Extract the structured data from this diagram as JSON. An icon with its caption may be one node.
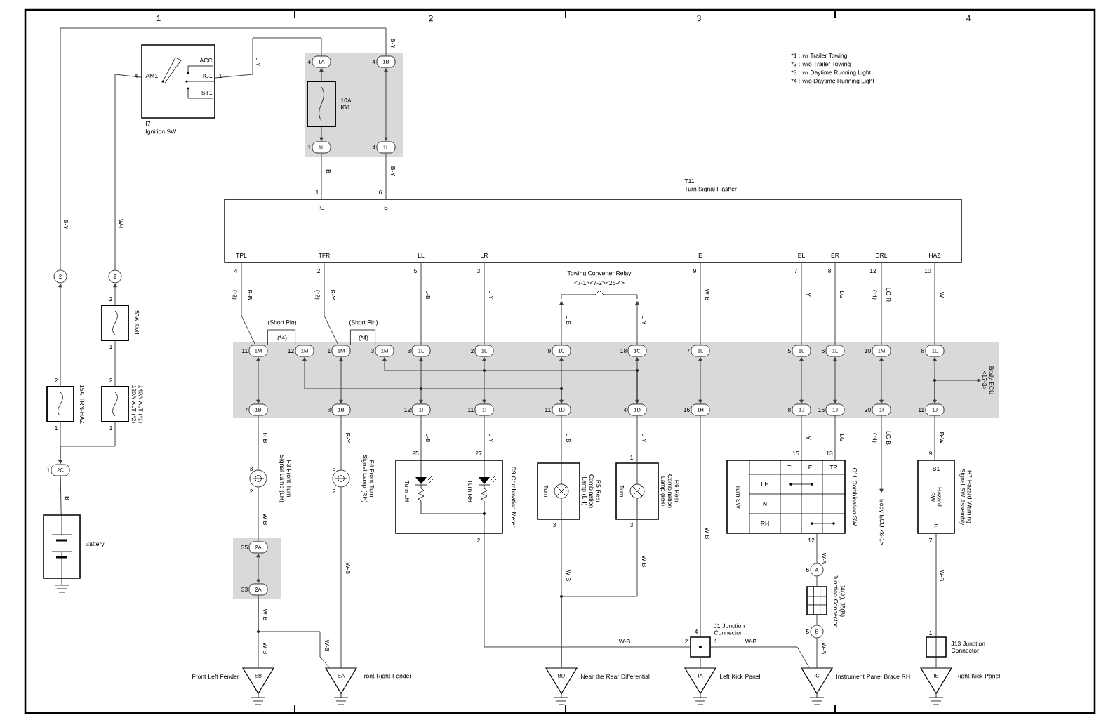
{
  "diagram": {
    "nodes": [
      {
        "text": [
          "AM1",
          "ACC",
          "IG1",
          "ST1"
        ],
        "beside": [
          "I7",
          "Ignition SW"
        ]
      },
      {
        "text": [
          "1A"
        ],
        "beside": [
          "4"
        ]
      },
      {
        "text": [
          "1B"
        ],
        "beside": [
          "4"
        ]
      },
      {
        "text": [],
        "shape": "box",
        "beside": [
          "10A IG1"
        ]
      },
      {
        "text": [
          "1L"
        ],
        "beside": [
          "1"
        ]
      },
      {
        "text": [
          "1L"
        ],
        "beside": [
          "4"
        ]
      },
      {
        "text": [
          "T11",
          "Turn Signal Flasher",
          "IG",
          "B",
          "TPL",
          "TFR",
          "LL",
          "LR",
          "E",
          "EL",
          "ER",
          "DRL",
          "HAZ"
        ]
      },
      {
        "text": [
          "2"
        ]
      },
      {
        "text": [
          "2"
        ]
      },
      {
        "text": [],
        "shape": "box",
        "beside": [
          "50A AM1"
        ]
      },
      {
        "text": [],
        "shape": "box",
        "beside": [
          "15A TRN-HAZ"
        ]
      },
      {
        "text": [],
        "shape": "box",
        "beside": [
          "140A ALT (*1) 120A ALT (*2)"
        ]
      },
      {
        "text": [
          "2C"
        ],
        "beside": [
          "1"
        ]
      },
      {
        "text": [],
        "shape": "box",
        "beside": [
          "Battery"
        ]
      },
      {
        "text": [
          "1M"
        ],
        "beside": [
          "11"
        ]
      },
      {
        "text": [
          "1M"
        ],
        "beside": [
          "12"
        ]
      },
      {
        "text": [
          "1M"
        ],
        "beside": [
          "1"
        ]
      },
      {
        "text": [
          "1M"
        ],
        "beside": [
          "3"
        ]
      },
      {
        "text": [
          "1L"
        ],
        "beside": [
          "3"
        ]
      },
      {
        "text": [
          "1L"
        ],
        "beside": [
          "2"
        ]
      },
      {
        "text": [
          "1C"
        ],
        "beside": [
          "9"
        ]
      },
      {
        "text": [
          "1C"
        ],
        "beside": [
          "18"
        ]
      },
      {
        "text": [
          "1L"
        ],
        "beside": [
          "7"
        ]
      },
      {
        "text": [
          "1L"
        ],
        "beside": [
          "5"
        ]
      },
      {
        "text": [
          "1L"
        ],
        "beside": [
          "6"
        ]
      },
      {
        "text": [
          "1M"
        ],
        "beside": [
          "10"
        ]
      },
      {
        "text": [
          "1L"
        ],
        "beside": [
          "8"
        ]
      },
      {
        "text": [
          "1B"
        ],
        "beside": [
          "7"
        ]
      },
      {
        "text": [
          "1B"
        ],
        "beside": [
          "8"
        ]
      },
      {
        "text": [
          "1I"
        ],
        "beside": [
          "12"
        ]
      },
      {
        "text": [
          "1I"
        ],
        "beside": [
          "11"
        ]
      },
      {
        "text": [
          "1D"
        ],
        "beside": [
          "11"
        ]
      },
      {
        "text": [
          "1D"
        ],
        "beside": [
          "4"
        ]
      },
      {
        "text": [
          "1H"
        ],
        "beside": [
          "16"
        ]
      },
      {
        "text": [
          "1J"
        ],
        "beside": [
          "8"
        ]
      },
      {
        "text": [
          "1J"
        ],
        "beside": [
          "16"
        ]
      },
      {
        "text": [
          "1I"
        ],
        "beside": [
          "20"
        ]
      },
      {
        "text": [
          "1J"
        ],
        "beside": [
          "11"
        ]
      },
      {
        "text": [
          "Towing Converter Relay",
          "<7-1><7-2><26-4>"
        ]
      },
      {
        "text": [
          "Body ECU <17-3>"
        ]
      },
      {
        "text": [],
        "shape": "circle",
        "beside": [
          "F3 Front Turn Signal Lamp (LH)"
        ]
      },
      {
        "text": [],
        "shape": "circle",
        "beside": [
          "F4 Front Turn Signal Lamp (RH)"
        ]
      },
      {
        "text": [
          "Turn LH",
          "Turn RH"
        ],
        "beside": [
          "C9 Combination Meter"
        ]
      },
      {
        "text": [
          "Turn"
        ],
        "beside": [
          "R5 Rear Combination Lamp (LH)"
        ]
      },
      {
        "text": [
          "Turn"
        ],
        "beside": [
          "R6 Rear Combination Lamp (RH)"
        ]
      },
      {
        "text": [
          "Turn SW",
          "TL",
          "EL",
          "TR",
          "LH",
          "N",
          "RH"
        ],
        "beside": [
          "C11 Combination SW"
        ]
      },
      {
        "text": [
          "Body ECU <6-1>"
        ]
      },
      {
        "text": [
          "B1",
          "Hazard SW",
          "E"
        ],
        "beside": [
          "H7 Hazard Warning Signal SW Assembly"
        ]
      },
      {
        "text": [
          "2A"
        ],
        "beside": [
          "35"
        ]
      },
      {
        "text": [
          "2A"
        ],
        "beside": [
          "33"
        ]
      },
      {
        "text": [],
        "shape": "box",
        "beside": [
          "J1 Junction Connector"
        ]
      },
      {
        "text": [
          "A"
        ],
        "beside": [
          "6"
        ]
      },
      {
        "text": [],
        "shape": "box",
        "beside": [
          "J4(A), J5(B) Junction Connector"
        ]
      },
      {
        "text": [
          "B"
        ],
        "beside": [
          "5"
        ]
      },
      {
        "text": [],
        "shape": "box",
        "beside": [
          "J13 Junction Connector"
        ]
      },
      {
        "text": [
          "EB"
        ],
        "beside": [
          "Front Left Fender"
        ]
      },
      {
        "text": [
          "EA"
        ],
        "beside": [
          "Front Right Fender"
        ]
      },
      {
        "text": [
          "BD"
        ],
        "beside": [
          "Near the Rear Differential"
        ]
      },
      {
        "text": [
          "IA"
        ],
        "beside": [
          "Left Kick Panel"
        ]
      },
      {
        "text": [
          "IC"
        ],
        "beside": [
          "Instrument Panel Brace RH"
        ]
      },
      {
        "text": [
          "IE"
        ],
        "beside": [
          "Right Kick Panel"
        ]
      }
    ],
    "edges": [
      {
        "from": 2,
        "to": 7,
        "arrow": "none",
        "label": "B-Y"
      },
      {
        "from": 0,
        "to": 1,
        "arrow": "none",
        "label": "L-Y"
      },
      {
        "from": 0,
        "to": 8,
        "arrow": "none",
        "label": "W-L"
      },
      {
        "from": 3,
        "to": 1,
        "arrow": "to"
      },
      {
        "from": 3,
        "to": 4,
        "arrow": "to"
      },
      {
        "from": 2,
        "to": 5,
        "arrow": "both"
      },
      {
        "from": 4,
        "to": 6,
        "arrow": "none",
        "label": "B"
      },
      {
        "from": 5,
        "to": 6,
        "arrow": "none",
        "label": "B-Y"
      },
      {
        "from": 10,
        "to": 7,
        "arrow": "to"
      },
      {
        "from": 9,
        "to": 8,
        "arrow": "to"
      },
      {
        "from": 9,
        "to": 11,
        "arrow": "none"
      },
      {
        "from": 11,
        "to": 12,
        "arrow": "to"
      },
      {
        "from": 10,
        "to": 12,
        "arrow": "to"
      },
      {
        "from": 12,
        "to": 13,
        "arrow": "none",
        "label": "B"
      },
      {
        "from": 6,
        "to": 14,
        "arrow": "none",
        "label": "R-B"
      },
      {
        "from": 6,
        "to": 16,
        "arrow": "none",
        "label": "R-Y"
      },
      {
        "from": 6,
        "to": 18,
        "arrow": "none",
        "label": "L-B"
      },
      {
        "from": 6,
        "to": 19,
        "arrow": "none",
        "label": "L-Y"
      },
      {
        "from": 6,
        "to": 22,
        "arrow": "none",
        "label": "W-B"
      },
      {
        "from": 6,
        "to": 23,
        "arrow": "none",
        "label": "Y"
      },
      {
        "from": 6,
        "to": 24,
        "arrow": "none",
        "label": "LG"
      },
      {
        "from": 6,
        "to": 25,
        "arrow": "none",
        "label": "LG-R"
      },
      {
        "from": 6,
        "to": 26,
        "arrow": "none",
        "label": "W"
      },
      {
        "from": 14,
        "to": 27,
        "arrow": "both"
      },
      {
        "from": 16,
        "to": 28,
        "arrow": "both"
      },
      {
        "from": 18,
        "to": 29,
        "arrow": "both"
      },
      {
        "from": 19,
        "to": 30,
        "arrow": "both"
      },
      {
        "from": 20,
        "to": 31,
        "arrow": "both"
      },
      {
        "from": 21,
        "to": 32,
        "arrow": "both"
      },
      {
        "from": 22,
        "to": 33,
        "arrow": "both"
      },
      {
        "from": 23,
        "to": 34,
        "arrow": "both"
      },
      {
        "from": 24,
        "to": 35,
        "arrow": "both"
      },
      {
        "from": 25,
        "to": 36,
        "arrow": "both"
      },
      {
        "from": 26,
        "to": 37,
        "arrow": "both"
      },
      {
        "from": 31,
        "to": 15,
        "arrow": "to"
      },
      {
        "from": 32,
        "to": 17,
        "arrow": "to"
      },
      {
        "from": 14,
        "to": 15,
        "arrow": "none",
        "label": "(Short Pin)"
      },
      {
        "from": 16,
        "to": 17,
        "arrow": "none",
        "label": "(Short Pin)"
      },
      {
        "from": 20,
        "to": 38,
        "arrow": "to",
        "label": "L-B"
      },
      {
        "from": 21,
        "to": 38,
        "arrow": "to",
        "label": "L-Y"
      },
      {
        "from": 37,
        "to": 39,
        "arrow": "to"
      },
      {
        "from": 27,
        "to": 40,
        "arrow": "none",
        "label": "R-B"
      },
      {
        "from": 28,
        "to": 41,
        "arrow": "none",
        "label": "R-Y"
      },
      {
        "from": 40,
        "to": 48,
        "arrow": "none",
        "label": "W-B"
      },
      {
        "from": 48,
        "to": 49,
        "arrow": "both"
      },
      {
        "from": 49,
        "to": 55,
        "arrow": "none",
        "label": "W-B"
      },
      {
        "from": 49,
        "to": 56,
        "arrow": "none",
        "label": "W-B"
      },
      {
        "from": 41,
        "to": 56,
        "arrow": "none",
        "label": "W-B"
      },
      {
        "from": 29,
        "to": 42,
        "arrow": "none",
        "label": "L-B"
      },
      {
        "from": 30,
        "to": 42,
        "arrow": "none",
        "label": "L-Y"
      },
      {
        "from": 42,
        "to": 50,
        "arrow": "none",
        "label": "W-B"
      },
      {
        "from": 31,
        "to": 43,
        "arrow": "none",
        "label": "L-B"
      },
      {
        "from": 32,
        "to": 44,
        "arrow": "none",
        "label": "L-Y"
      },
      {
        "from": 43,
        "to": 57,
        "arrow": "none",
        "label": "W-B"
      },
      {
        "from": 44,
        "to": 57,
        "arrow": "none",
        "label": "W-B"
      },
      {
        "from": 33,
        "to": 50,
        "arrow": "none",
        "label": "W-B"
      },
      {
        "from": 50,
        "to": 58,
        "arrow": "none"
      },
      {
        "from": 50,
        "to": 59,
        "arrow": "none",
        "label": "W-B"
      },
      {
        "from": 34,
        "to": 45,
        "arrow": "none",
        "label": "Y"
      },
      {
        "from": 35,
        "to": 45,
        "arrow": "none",
        "label": "LG"
      },
      {
        "from": 45,
        "to": 51,
        "arrow": "none",
        "label": "W-B"
      },
      {
        "from": 51,
        "to": 52,
        "arrow": "none"
      },
      {
        "from": 52,
        "to": 53,
        "arrow": "none"
      },
      {
        "from": 53,
        "to": 59,
        "arrow": "none",
        "label": "W-B"
      },
      {
        "from": 36,
        "to": 46,
        "arrow": "to",
        "label": "LG-B"
      },
      {
        "from": 37,
        "to": 47,
        "arrow": "none",
        "label": "B-W"
      },
      {
        "from": 47,
        "to": 54,
        "arrow": "none",
        "label": "W-B"
      },
      {
        "from": 54,
        "to": 60,
        "arrow": "none"
      }
    ],
    "labels": [
      "1",
      "2",
      "3",
      "4",
      "*1 : w/ Trailer Towing",
      "*2 : w/o Trailer Towing",
      "*3 : w/ Daytime Running Light",
      "*4 : w/o Daytime Running Light",
      "B-Y",
      "4",
      "1",
      "1",
      "6",
      "4",
      "2",
      "5",
      "3",
      "9",
      "7",
      "8",
      "12",
      "10",
      "(*2)",
      "(*2)",
      "(*4)",
      "(*4)",
      "(*4)",
      "(*4)",
      "2",
      "1",
      "2",
      "1",
      "2",
      "1",
      "3",
      "2",
      "3",
      "2",
      "25",
      "27",
      "2",
      "3",
      "1",
      "3",
      "15",
      "13",
      "12",
      "9",
      "7",
      "4",
      "2",
      "1",
      "1",
      "W-B"
    ]
  }
}
